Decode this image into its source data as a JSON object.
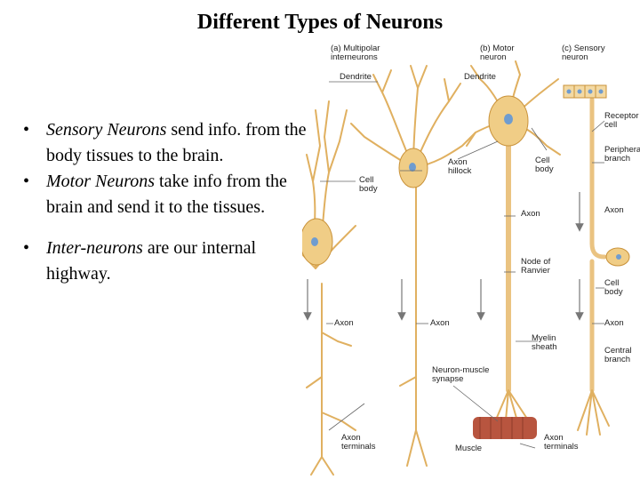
{
  "slide": {
    "title": "Different Types of Neurons",
    "bullets": [
      {
        "marker": "•",
        "term": "Sensory Neurons",
        "text": " send info. from the body tissues to the brain."
      },
      {
        "marker": "•",
        "term": "Motor Neurons",
        "text": " take info from the brain and send it to the tissues."
      },
      {
        "marker": "•",
        "term": "Inter-neurons",
        "text": " are our internal highway."
      }
    ]
  },
  "figure": {
    "panel_titles": {
      "a": "(a) Multipolar\ninterneurons",
      "b": "(b) Motor\nneuron",
      "c": "(c) Sensory\nneuron"
    },
    "labels": {
      "dendrite_a": "Dendrite",
      "dendrite_b": "Dendrite",
      "cell_body_a": "Cell\nbody",
      "axon_hillock": "Axon\nhillock",
      "cell_body_b": "Cell\nbody",
      "receptor_cell": "Receptor\ncell",
      "peripheral_branch": "Peripheral\nbranch",
      "axon_b": "Axon",
      "axon_c": "Axon",
      "node_of_ranvier": "Node of\nRanvier",
      "cell_body_c": "Cell\nbody",
      "axon_a1": "Axon",
      "axon_a2": "Axon",
      "axon_c2": "Axon",
      "myelin_sheath": "Myelin\nsheath",
      "central_branch": "Central\nbranch",
      "neuron_muscle_synapse": "Neuron-muscle\nsynapse",
      "axon_terminals_a": "Axon\nterminals",
      "muscle": "Muscle",
      "axon_terminals_b": "Axon\nterminals"
    },
    "colors": {
      "neuron": "#e9bd6c",
      "neuron_outline": "#c9923a",
      "nucleus": "#6f9ccf",
      "muscle": "#b8553f",
      "arrow": "#777777"
    }
  }
}
